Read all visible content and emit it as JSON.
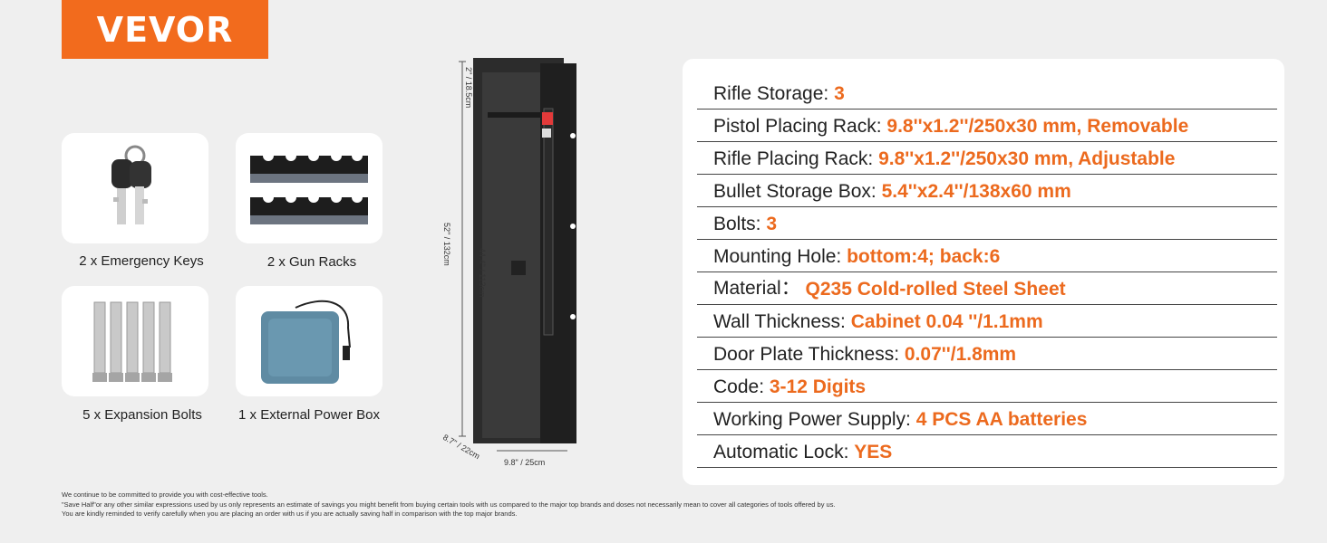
{
  "brand": {
    "name": "VEVOR",
    "color": "#f26b1d"
  },
  "accessories": [
    {
      "label": "2 x Emergency Keys",
      "icon": "key-icon"
    },
    {
      "label": "2 x Gun Racks",
      "icon": "gun-rack-icon"
    },
    {
      "label": "5 x Expansion Bolts",
      "icon": "expansion-bolt-icon"
    },
    {
      "label": "1 x External Power Box",
      "icon": "power-box-icon"
    }
  ],
  "dimensions": {
    "top": "2\" / 18.5cm",
    "height_outer": "52\" / 132cm",
    "height_inner": "44.4\" / 113cm",
    "depth": "8.7\" / 22cm",
    "width": "9.8\" / 25cm"
  },
  "specs": [
    {
      "key": "Rifle Storage: ",
      "value": "3"
    },
    {
      "key": "Pistol Placing Rack: ",
      "value": "9.8''x1.2''/250x30 mm, Removable"
    },
    {
      "key": "Rifle Placing Rack: ",
      "value": "9.8''x1.2''/250x30 mm, Adjustable"
    },
    {
      "key": "Bullet Storage Box: ",
      "value": "5.4''x2.4''/138x60 mm"
    },
    {
      "key": "Bolts: ",
      "value": "3"
    },
    {
      "key": "Mounting Hole: ",
      "value": "bottom:4; back:6"
    },
    {
      "key": "Material： ",
      "value": "Q235 Cold-rolled Steel Sheet"
    },
    {
      "key": "Wall Thickness: ",
      "value": "Cabinet 0.04 ''/1.1mm"
    },
    {
      "key": "Door Plate Thickness: ",
      "value": "0.07''/1.8mm"
    },
    {
      "key": "Code: ",
      "value": "3-12 Digits"
    },
    {
      "key": "Working Power Supply: ",
      "value": "4 PCS AA batteries"
    },
    {
      "key": "Automatic Lock: ",
      "value": "YES"
    }
  ],
  "disclaimer": [
    "We continue to be committed to provide you with cost-effective tools.",
    "\"Save Half\"or any other similar expressions used by us only represents an estimate of savings you might benefit from buying certain tools with us compared to the major top brands and doses not necessarily mean to cover all categories of tools offered by us.",
    "You are kindly reminded to verify carefully when you are placing an order with us if you are actually saving half in comparison with the top major brands."
  ]
}
